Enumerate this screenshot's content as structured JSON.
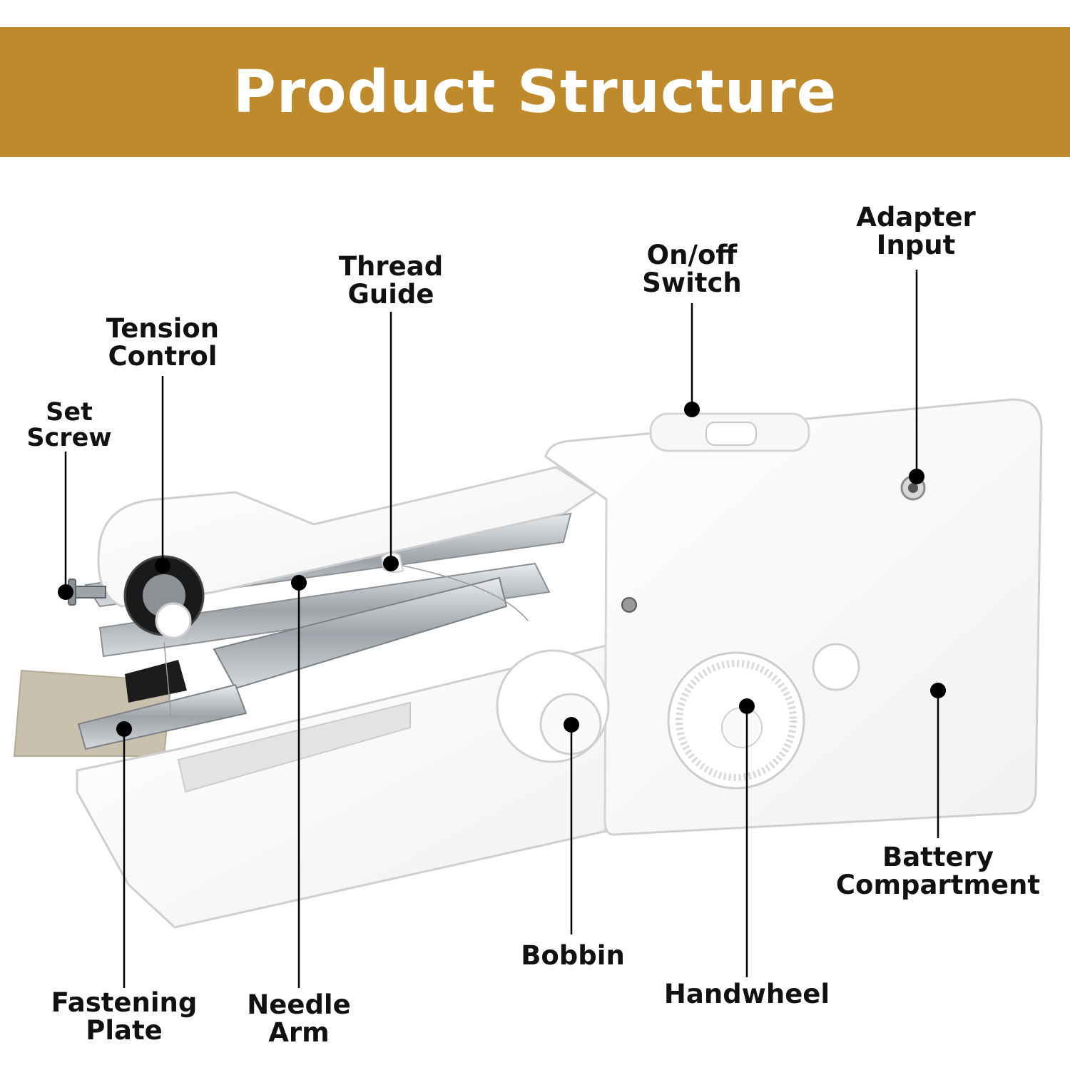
{
  "header": {
    "title": "Product Structure",
    "background": "#be8a2c"
  },
  "labels": {
    "adapter_input": [
      "Adapter",
      "Input"
    ],
    "on_off_switch": [
      "On/off",
      "Switch"
    ],
    "thread_guide": [
      "Thread",
      "Guide"
    ],
    "tension_control": [
      "Tension",
      "Control"
    ],
    "set_screw": [
      "Set",
      "Screw"
    ],
    "battery_compartment": [
      "Battery",
      "Compartment"
    ],
    "bobbin": [
      "Bobbin"
    ],
    "handwheel": [
      "Handwheel"
    ],
    "fastening_plate": [
      "Fastening",
      "Plate"
    ],
    "needle_arm": [
      "Needle",
      "Arm"
    ]
  },
  "colors": {
    "body": "#ffffff",
    "outline": "#cfcfcf",
    "metal": "#a9adb1",
    "fabric": "#c9c0ad",
    "leader": "#000000"
  }
}
